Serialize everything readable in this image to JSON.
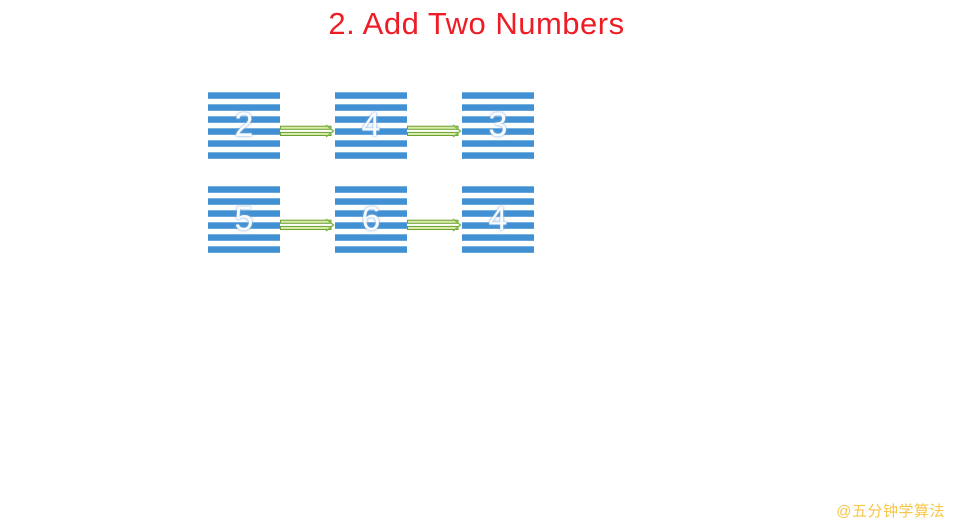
{
  "title": {
    "text": "2. Add Two Numbers",
    "color": "#ee1c25"
  },
  "lists": [
    {
      "values": [
        "2",
        "4",
        "3"
      ]
    },
    {
      "values": [
        "5",
        "6",
        "4"
      ]
    }
  ],
  "watermark": {
    "text": "@五分钟学算法",
    "color": "#f7c648"
  },
  "colors": {
    "background": "#ffffff",
    "node_stripe_blue": "#4190d3",
    "node_stripe_highlight": "#79b1e0",
    "node_value_text": "#ffffff",
    "arrow_outline_green": "#6aa135",
    "arrow_fill_green": "#d9eaa6",
    "arrow_head_green": "#7cbb45"
  },
  "icons": [
    {
      "name": "arrow-right-icon",
      "meaning": "pointer to next linked-list node"
    }
  ]
}
